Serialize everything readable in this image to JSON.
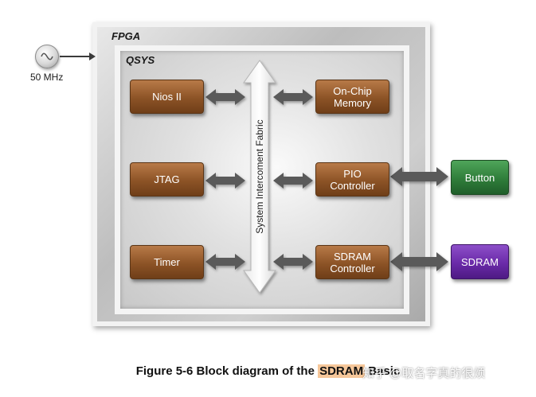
{
  "diagram": {
    "fpga_label": "FPGA",
    "qsys_label": "QSYS",
    "clock_label": "50 MHz",
    "fabric_label": "System Intercoment Fabric",
    "blocks": {
      "nios": "Nios II",
      "jtag": "JTAG",
      "timer": "Timer",
      "onchip_line1": "On-Chip",
      "onchip_line2": "Memory",
      "pio_line1": "PIO",
      "pio_line2": "Controller",
      "sdram_ctrl_line1": "SDRAM",
      "sdram_ctrl_line2": "Controller",
      "button": "Button",
      "sdram": "SDRAM"
    },
    "colors": {
      "brown": "#8c5326",
      "green": "#2f7d3a",
      "purple": "#6a2aa8",
      "arrow": "#5a5a5a"
    }
  },
  "caption": {
    "prefix": "Figure 5-6 Block diagram of the ",
    "highlight": "SDRAM",
    "rest": " Basic"
  },
  "watermark": "知乎 @取名字真的很烦"
}
